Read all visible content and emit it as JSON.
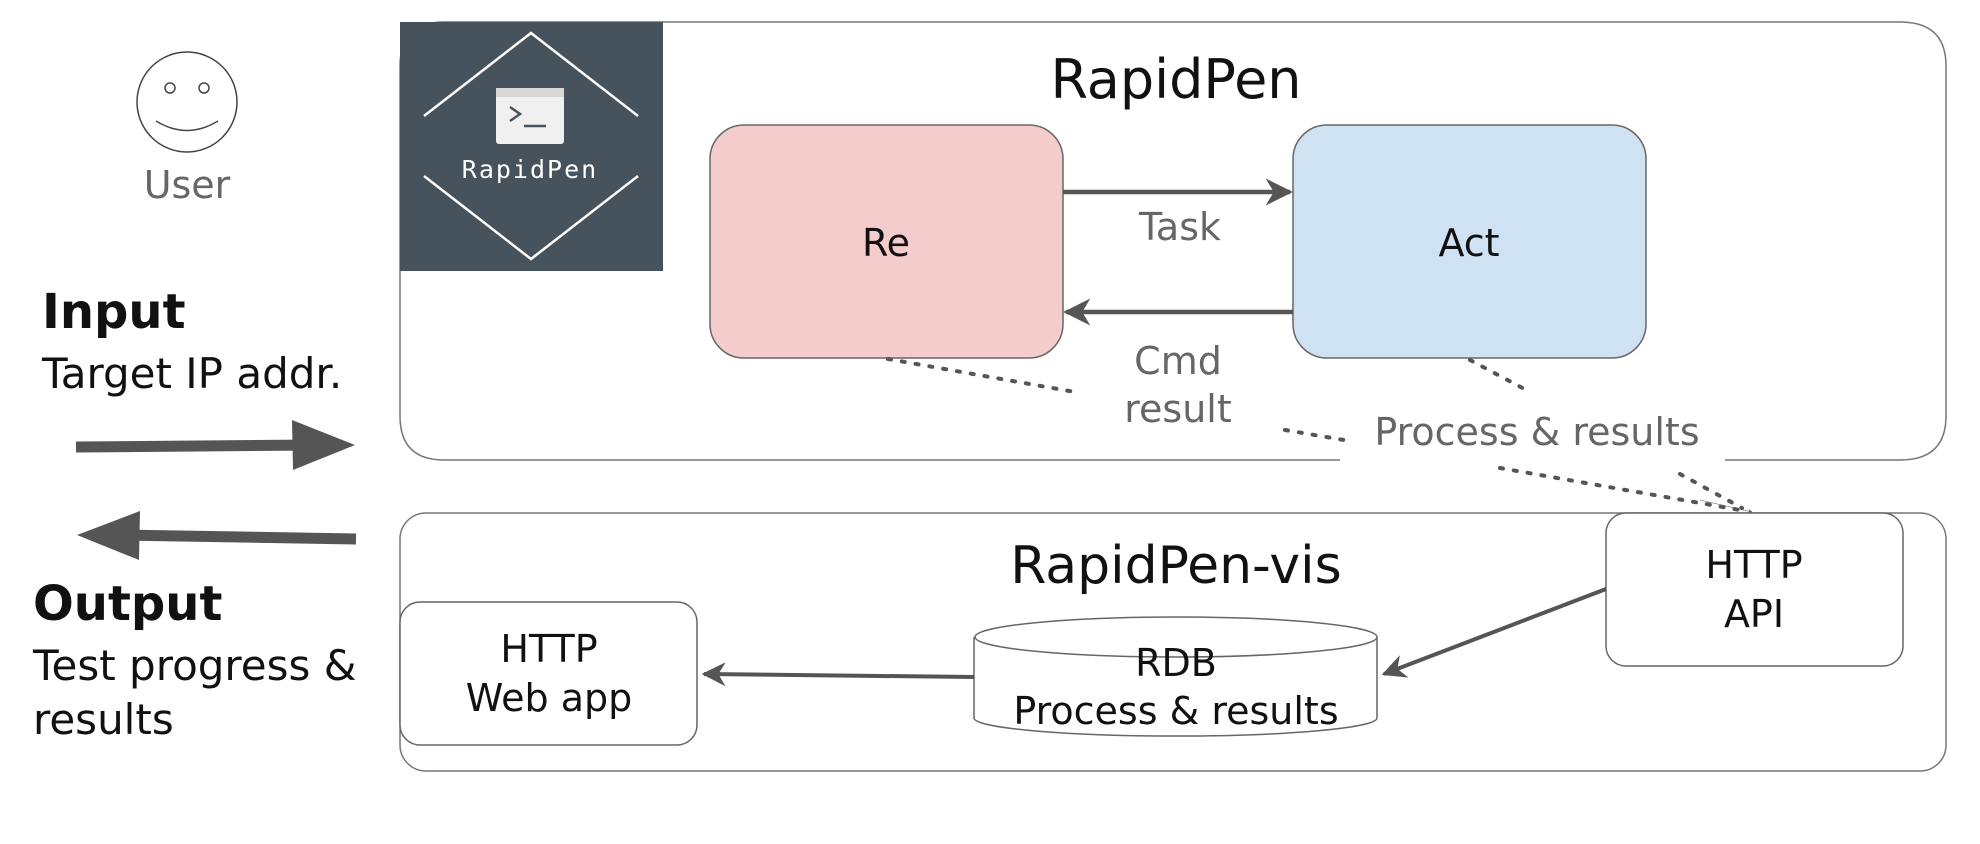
{
  "user": {
    "label": "User"
  },
  "input": {
    "title": "Input",
    "detail": "Target IP addr."
  },
  "output": {
    "title": "Output",
    "detail_line1": "Test progress &",
    "detail_line2": "results"
  },
  "rapidpen": {
    "title": "RapidPen",
    "logo_text": "RapidPen",
    "re_label": "Re",
    "act_label": "Act",
    "task_label": "Task",
    "cmd_result_line1": "Cmd",
    "cmd_result_line2": "result"
  },
  "process_results_label": "Process & results",
  "rapidpen_vis": {
    "title": "RapidPen-vis",
    "http_api_line1": "HTTP",
    "http_api_line2": "API",
    "rdb_line1": "RDB",
    "rdb_line2": "Process & results",
    "webapp_line1": "HTTP",
    "webapp_line2": "Web app"
  },
  "colors": {
    "re_fill": "#f4cccc",
    "act_fill": "#cfe2f3",
    "logo_bg": "#47535c",
    "arrow": "#555555"
  }
}
